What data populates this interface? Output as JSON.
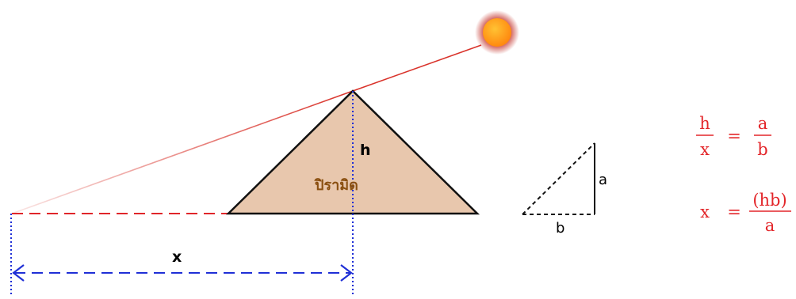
{
  "labels": {
    "height": "h",
    "distance": "x",
    "pyramid": "ปิรามิด",
    "small_vertical": "a",
    "small_horizontal": "b"
  },
  "formulas": {
    "ratio": {
      "left_num": "h",
      "left_den": "x",
      "equals": "=",
      "right_num": "a",
      "right_den": "b"
    },
    "solve": {
      "lhs": "x",
      "equals": "=",
      "num": "(hb)",
      "den": "a"
    }
  },
  "colors": {
    "sun_ray": "#d9332b",
    "pyramid_fill": "#e8c7ad",
    "pyramid_stroke": "#111111",
    "measure_lines": "#1f2fd6",
    "shadow_dash": "#e0252a",
    "formula_text": "#e3262a",
    "sun_core": "#ff9a16",
    "sun_glow": "#c4342c"
  }
}
